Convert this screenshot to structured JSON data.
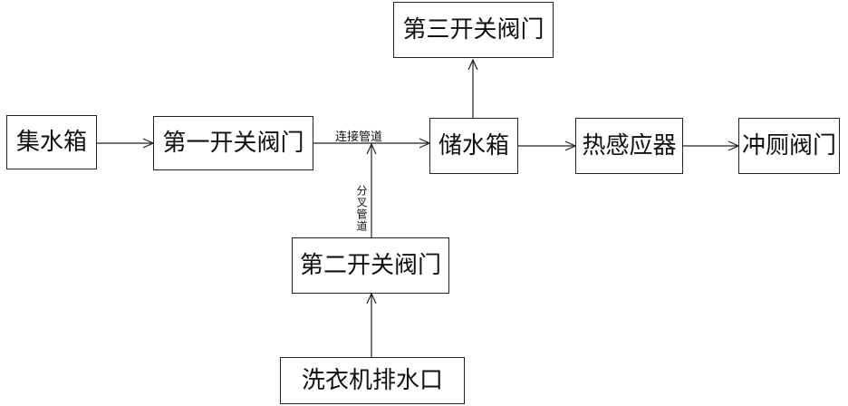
{
  "nodes": {
    "water_collection_tank": "集水箱",
    "first_valve": "第一开关阀门",
    "storage_tank": "储水箱",
    "third_valve": "第三开关阀门",
    "heat_sensor": "热感应器",
    "flush_valve": "冲厕阀门",
    "second_valve": "第二开关阀门",
    "washer_drain": "洗衣机排水口"
  },
  "labels": {
    "connecting_pipe": "连接管道",
    "branch_pipe": "分叉管道"
  },
  "colors": {
    "line": "#222222",
    "text": "#111111",
    "background": "#ffffff"
  }
}
